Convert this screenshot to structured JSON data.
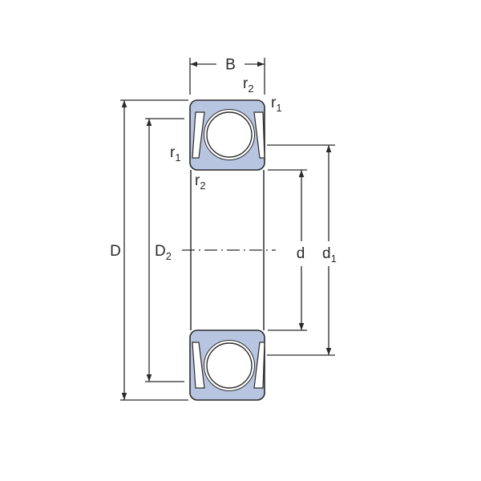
{
  "colors": {
    "line": "#2b2b2b",
    "ring_fill": "#b8c5e0",
    "ball_fill": "#ffffff",
    "background": "#ffffff"
  },
  "labels": {
    "width": {
      "base": "B"
    },
    "outer_diameter": {
      "base": "D"
    },
    "recess_diameter": {
      "base": "D",
      "sub": "2"
    },
    "bore_diameter": {
      "base": "d"
    },
    "shoulder_diameter": {
      "base": "d",
      "sub": "1"
    },
    "chamfer_r2_top": {
      "base": "r",
      "sub": "2"
    },
    "chamfer_r1_top_right": {
      "base": "r",
      "sub": "1"
    },
    "chamfer_r1_left": {
      "base": "r",
      "sub": "1"
    },
    "chamfer_r2_bottom_left": {
      "base": "r",
      "sub": "2"
    }
  }
}
